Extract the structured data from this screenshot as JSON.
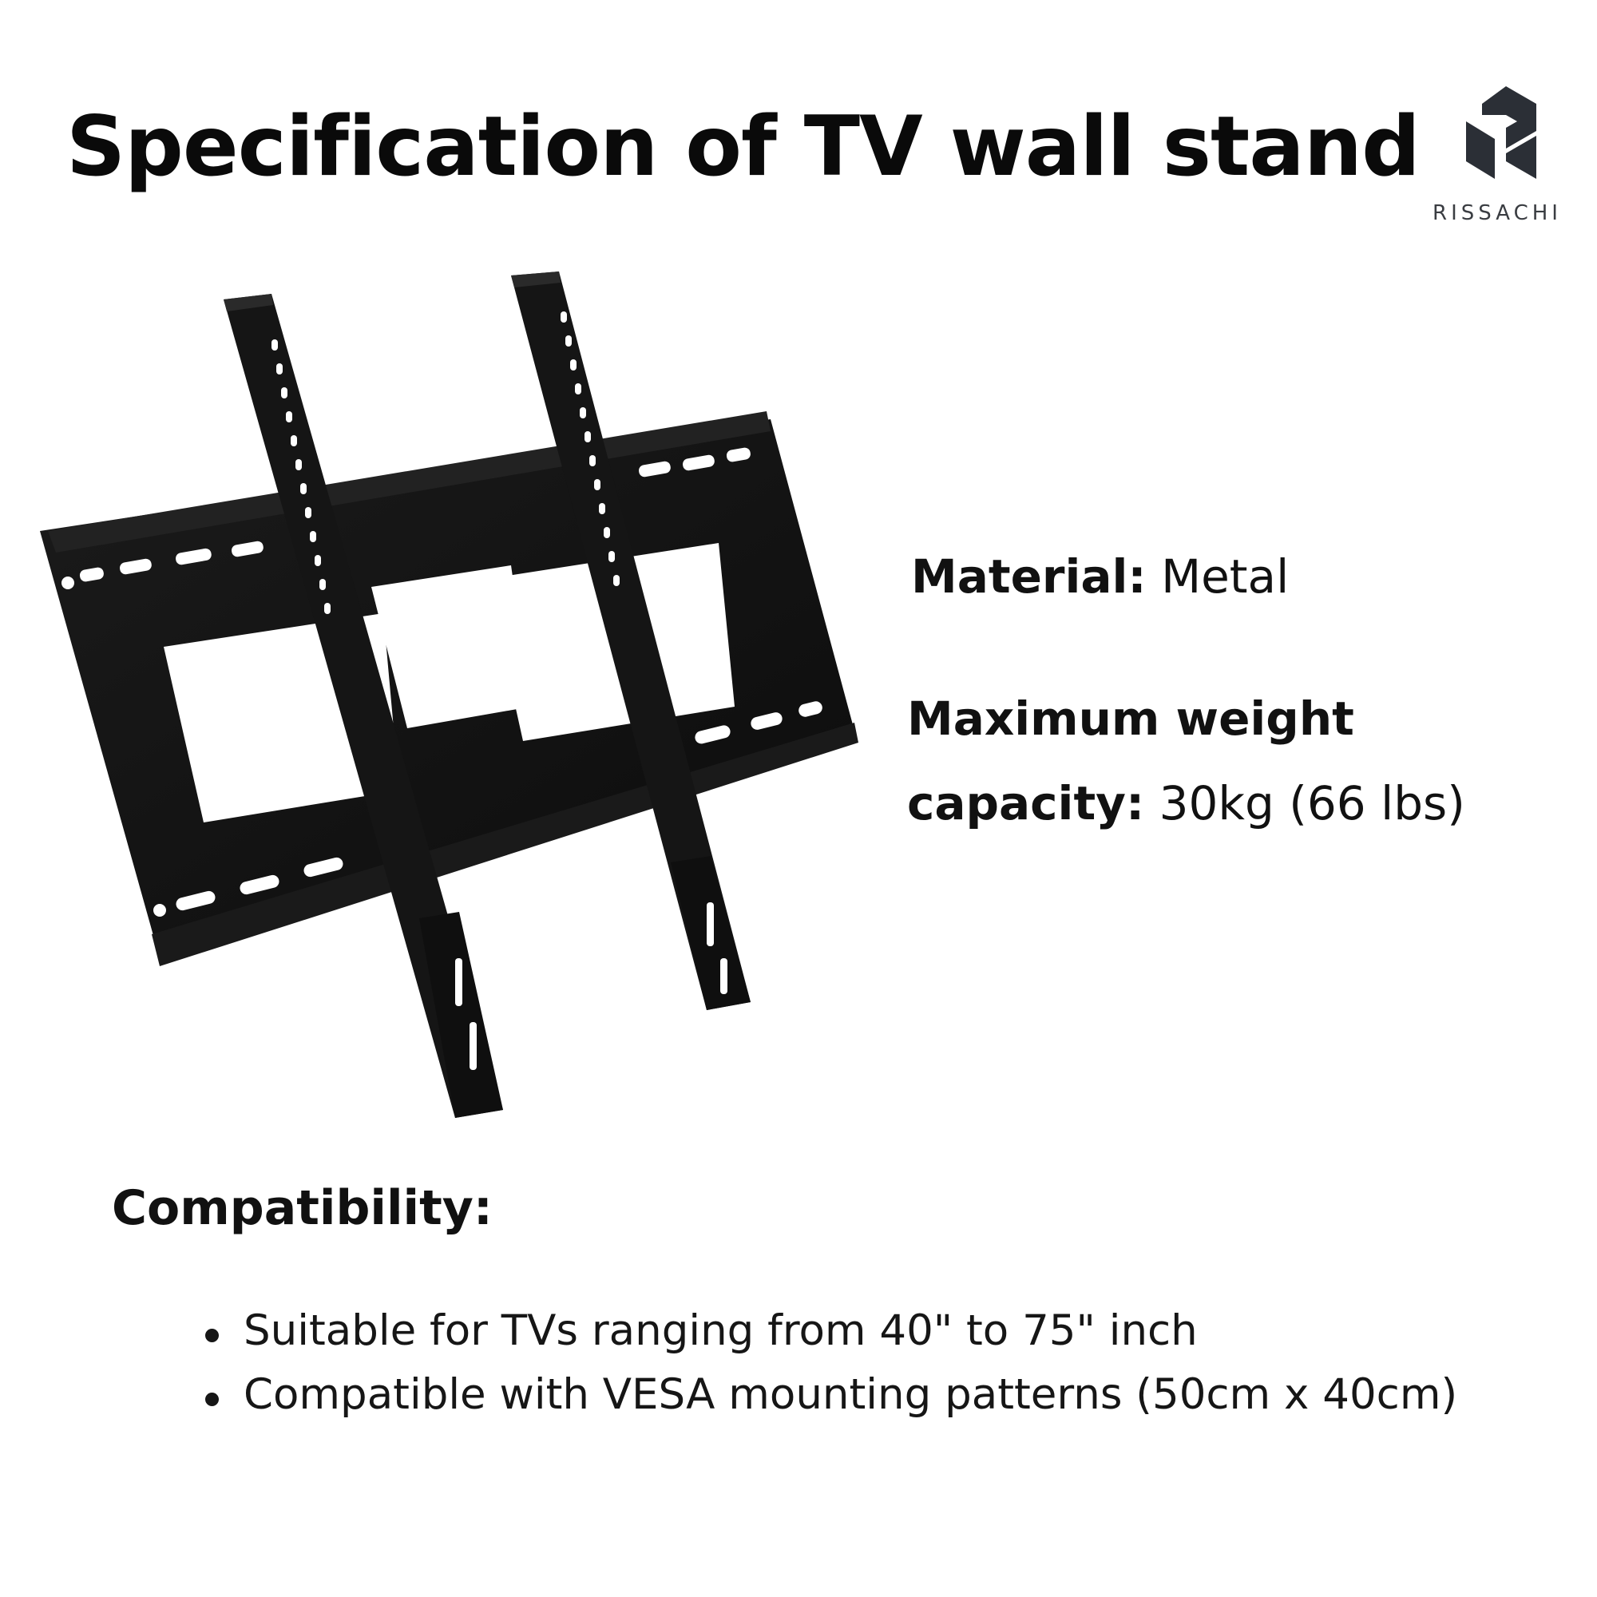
{
  "title": "Specification of TV wall stand",
  "brand": {
    "name": "RISSACHI",
    "logo_icon": "rissachi-r-logo-icon",
    "color": "#2b2f36"
  },
  "product_image": {
    "icon": "tv-wall-mount-bracket-photo",
    "color": "#121212"
  },
  "specs": {
    "material": {
      "label": "Material:",
      "value": "Metal"
    },
    "weight": {
      "label_line1": "Maximum weight",
      "label_line2": "capacity:",
      "value": "30kg (66 lbs)"
    }
  },
  "compatibility": {
    "heading": "Compatibility:",
    "items": [
      "Suitable for TVs ranging from 40\" to 75\" inch",
      "Compatible with VESA mounting patterns (50cm x 40cm)"
    ]
  }
}
